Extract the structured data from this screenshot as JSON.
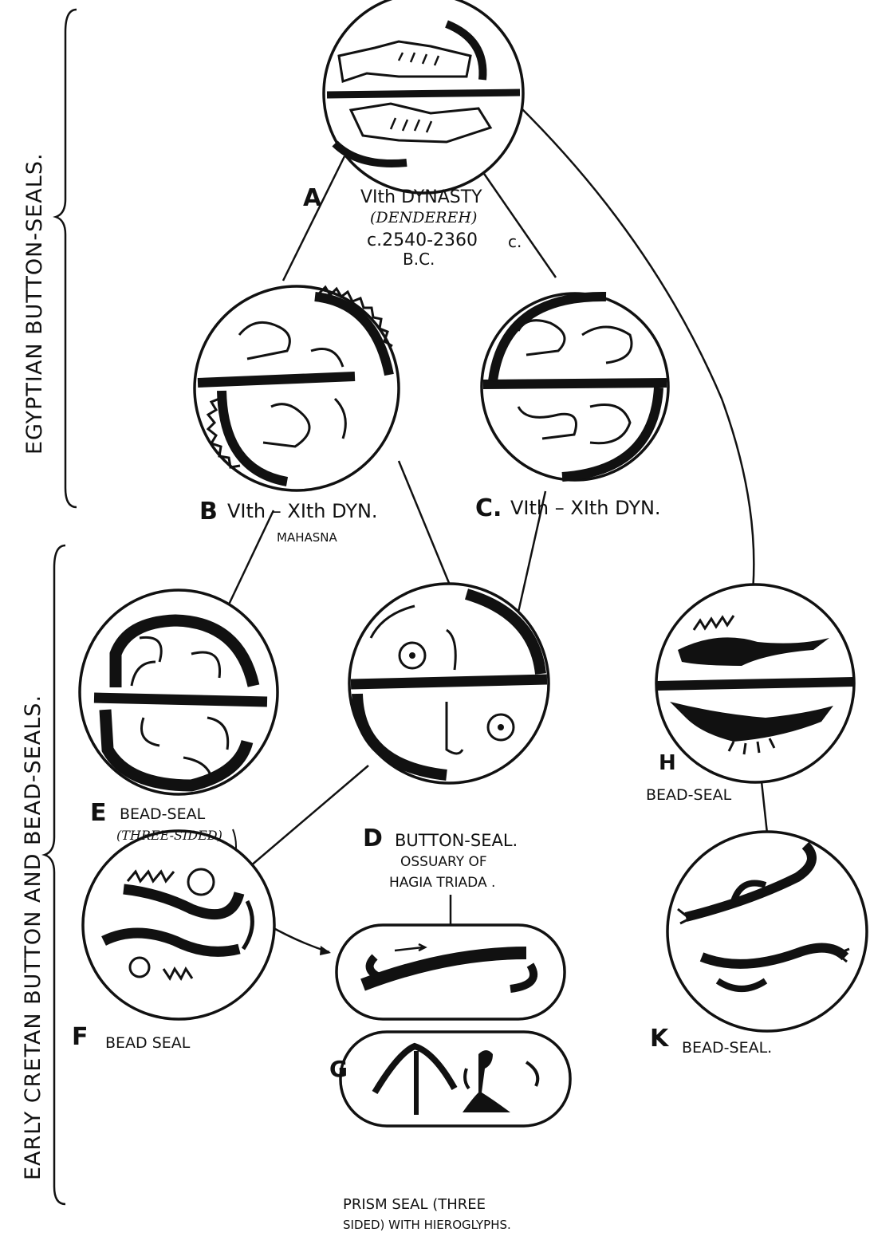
{
  "side_labels": {
    "top": "EGYPTIAN BUTTON-SEALS.",
    "bottom": "EARLY CRETAN BUTTON AND BEAD-SEALS."
  },
  "seals": {
    "A": {
      "letter": "A",
      "line1": "VIth DYNASTY",
      "line2": "(DENDEREH)",
      "line3": "c.2540-2360",
      "line4": "B.C.",
      "extra": "c."
    },
    "B": {
      "letter": "B",
      "line1": "VIth – XIth DYN.",
      "line2": "MAHASNA"
    },
    "C": {
      "letter": "C.",
      "line1": "VIth – XIth DYN."
    },
    "D": {
      "letter": "D",
      "line1": "BUTTON-SEAL.",
      "line2": "OSSUARY OF",
      "line3": "HAGIA TRIADA ."
    },
    "E": {
      "letter": "E",
      "line1": "BEAD-SEAL",
      "line2": "(THREE-SIDED)"
    },
    "F": {
      "letter": "F",
      "line1": "BEAD SEAL"
    },
    "G": {
      "letter": "G",
      "line1": "PRISM SEAL (THREE",
      "line2": "SIDED) WITH HIEROGLYPHS."
    },
    "H": {
      "letter": "H",
      "line1": "BEAD-SEAL"
    },
    "K": {
      "letter": "K",
      "line1": "BEAD-SEAL."
    }
  }
}
